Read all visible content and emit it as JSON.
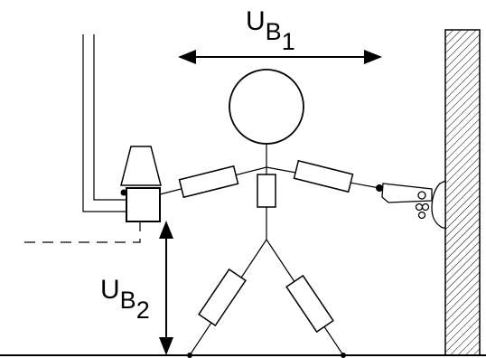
{
  "labels": {
    "ub1_main": "U",
    "ub1_sub1": "B",
    "ub1_sub2": "1",
    "ub2_main": "U",
    "ub2_sub1": "B",
    "ub2_sub2": "2"
  },
  "colors": {
    "ink": "#000000",
    "background": "#ffffff"
  }
}
